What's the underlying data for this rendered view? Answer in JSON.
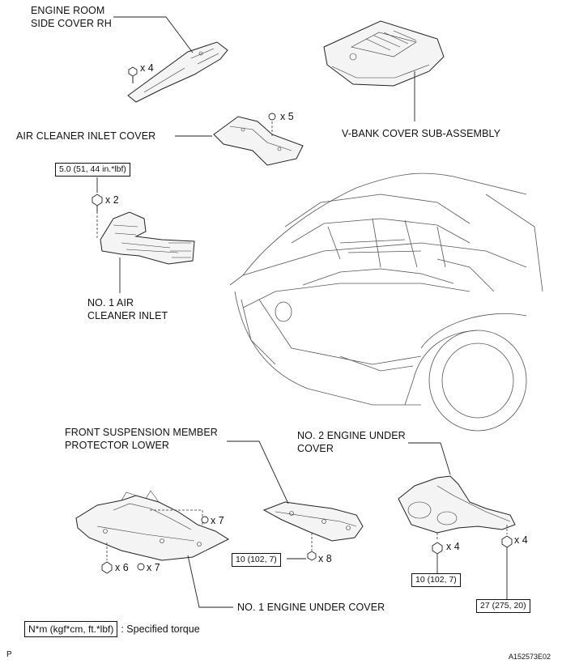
{
  "labels": {
    "engine_room_side_cover_rh": [
      "ENGINE ROOM",
      "SIDE COVER RH"
    ],
    "air_cleaner_inlet_cover": "AIR CLEANER INLET COVER",
    "v_bank_cover": "V-BANK COVER SUB-ASSEMBLY",
    "no1_air_cleaner_inlet": [
      "NO. 1 AIR",
      "CLEANER INLET"
    ],
    "front_suspension_member_protector": [
      "FRONT SUSPENSION MEMBER",
      "PROTECTOR LOWER"
    ],
    "no2_engine_under_cover": [
      "NO. 2 ENGINE UNDER",
      "COVER"
    ],
    "no1_engine_under_cover": "NO. 1 ENGINE UNDER COVER"
  },
  "quantities": {
    "side_cover_bolts": "x 4",
    "inlet_cover_clips": "x 5",
    "air_inlet_bolts": "x 2",
    "protector_clips": "x 7",
    "under_cover_bolts_6": "x 6",
    "under_cover_clips_7": "x 7",
    "protector_bolts_8": "x 8",
    "no2_cover_bolts_left": "x 4",
    "no2_cover_bolts_right": "x 4"
  },
  "torques": {
    "air_inlet": "5.0 (51, 44 in.*lbf)",
    "protector": "10 (102, 7)",
    "no2_cover_left": "10 (102, 7)",
    "no2_cover_right": "27 (275, 20)"
  },
  "legend": {
    "unit": "N*m (kgf*cm, ft.*lbf)",
    "text": ": Specified torque"
  },
  "footer": {
    "page_letter": "P",
    "figure_id": "A152573E02"
  }
}
